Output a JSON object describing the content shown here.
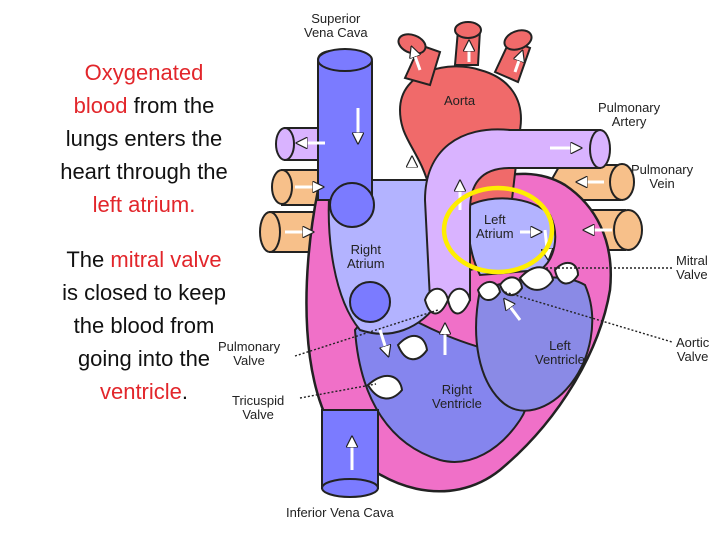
{
  "text": {
    "para1": {
      "hl1": "Oxygenated",
      "hl2": "blood",
      "t1": "from the",
      "t2": "lungs enters the",
      "t3": "heart through the",
      "hl3": "left atrium."
    },
    "para2": {
      "t1": "The",
      "hl1": "mitral valve",
      "t2": "is closed to keep",
      "t3": "the blood from",
      "t4": "going into the",
      "hl2": "ventricle",
      "t5": "."
    }
  },
  "labels": {
    "svc1": "Superior",
    "svc2": "Vena Cava",
    "aorta": "Aorta",
    "pa1": "Pulmonary",
    "pa2": "Artery",
    "pv1": "Pulmonary",
    "pv2": "Vein",
    "la1": "Left",
    "la2": "Atrium",
    "ra1": "Right",
    "ra2": "Atrium",
    "mv1": "Mitral",
    "mv2": "Valve",
    "av1": "Aortic",
    "av2": "Valve",
    "pulv1": "Pulmonary",
    "pulv2": "Valve",
    "lv1": "Left",
    "lv2": "Ventricle",
    "rv1": "Right",
    "rv2": "Ventricle",
    "tv1": "Tricuspid",
    "tv2": "Valve",
    "ivc": "Inferior Vena Cava"
  },
  "colors": {
    "highlight_text": "#e2262b",
    "vena_cava": "#7b7bff",
    "aorta": "#f06a6a",
    "pulmonary_artery": "#d9b3ff",
    "pulmonary_vein": "#f7c08a",
    "heart_wall": "#f070c8",
    "right_atrium": "#b3b3ff",
    "right_ventricle": "#8585ee",
    "left_ventricle": "#8a8ae6",
    "highlight_circle": "#ffee00"
  }
}
